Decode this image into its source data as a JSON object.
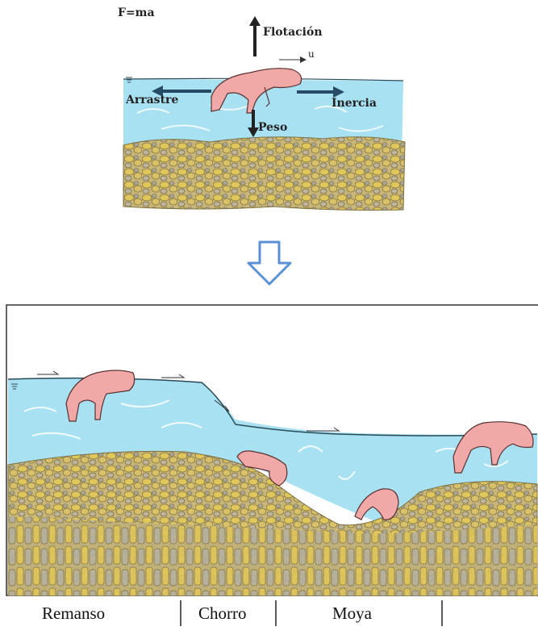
{
  "formula": "F=ma",
  "forces": {
    "buoyancy": "Flotación",
    "velocity": "u",
    "drag": "Arrastre",
    "inertia": "Inercia",
    "weight": "Peso"
  },
  "sections": {
    "backwater": "Remanso",
    "jet": "Chorro",
    "pool": "Moya"
  },
  "colors": {
    "water": "#a8e1f2",
    "stone": "#d9c15a",
    "stone_shadow": "#b9b39b",
    "body": "#f0a9a6",
    "arrow_blue": "#5b8fd6"
  }
}
